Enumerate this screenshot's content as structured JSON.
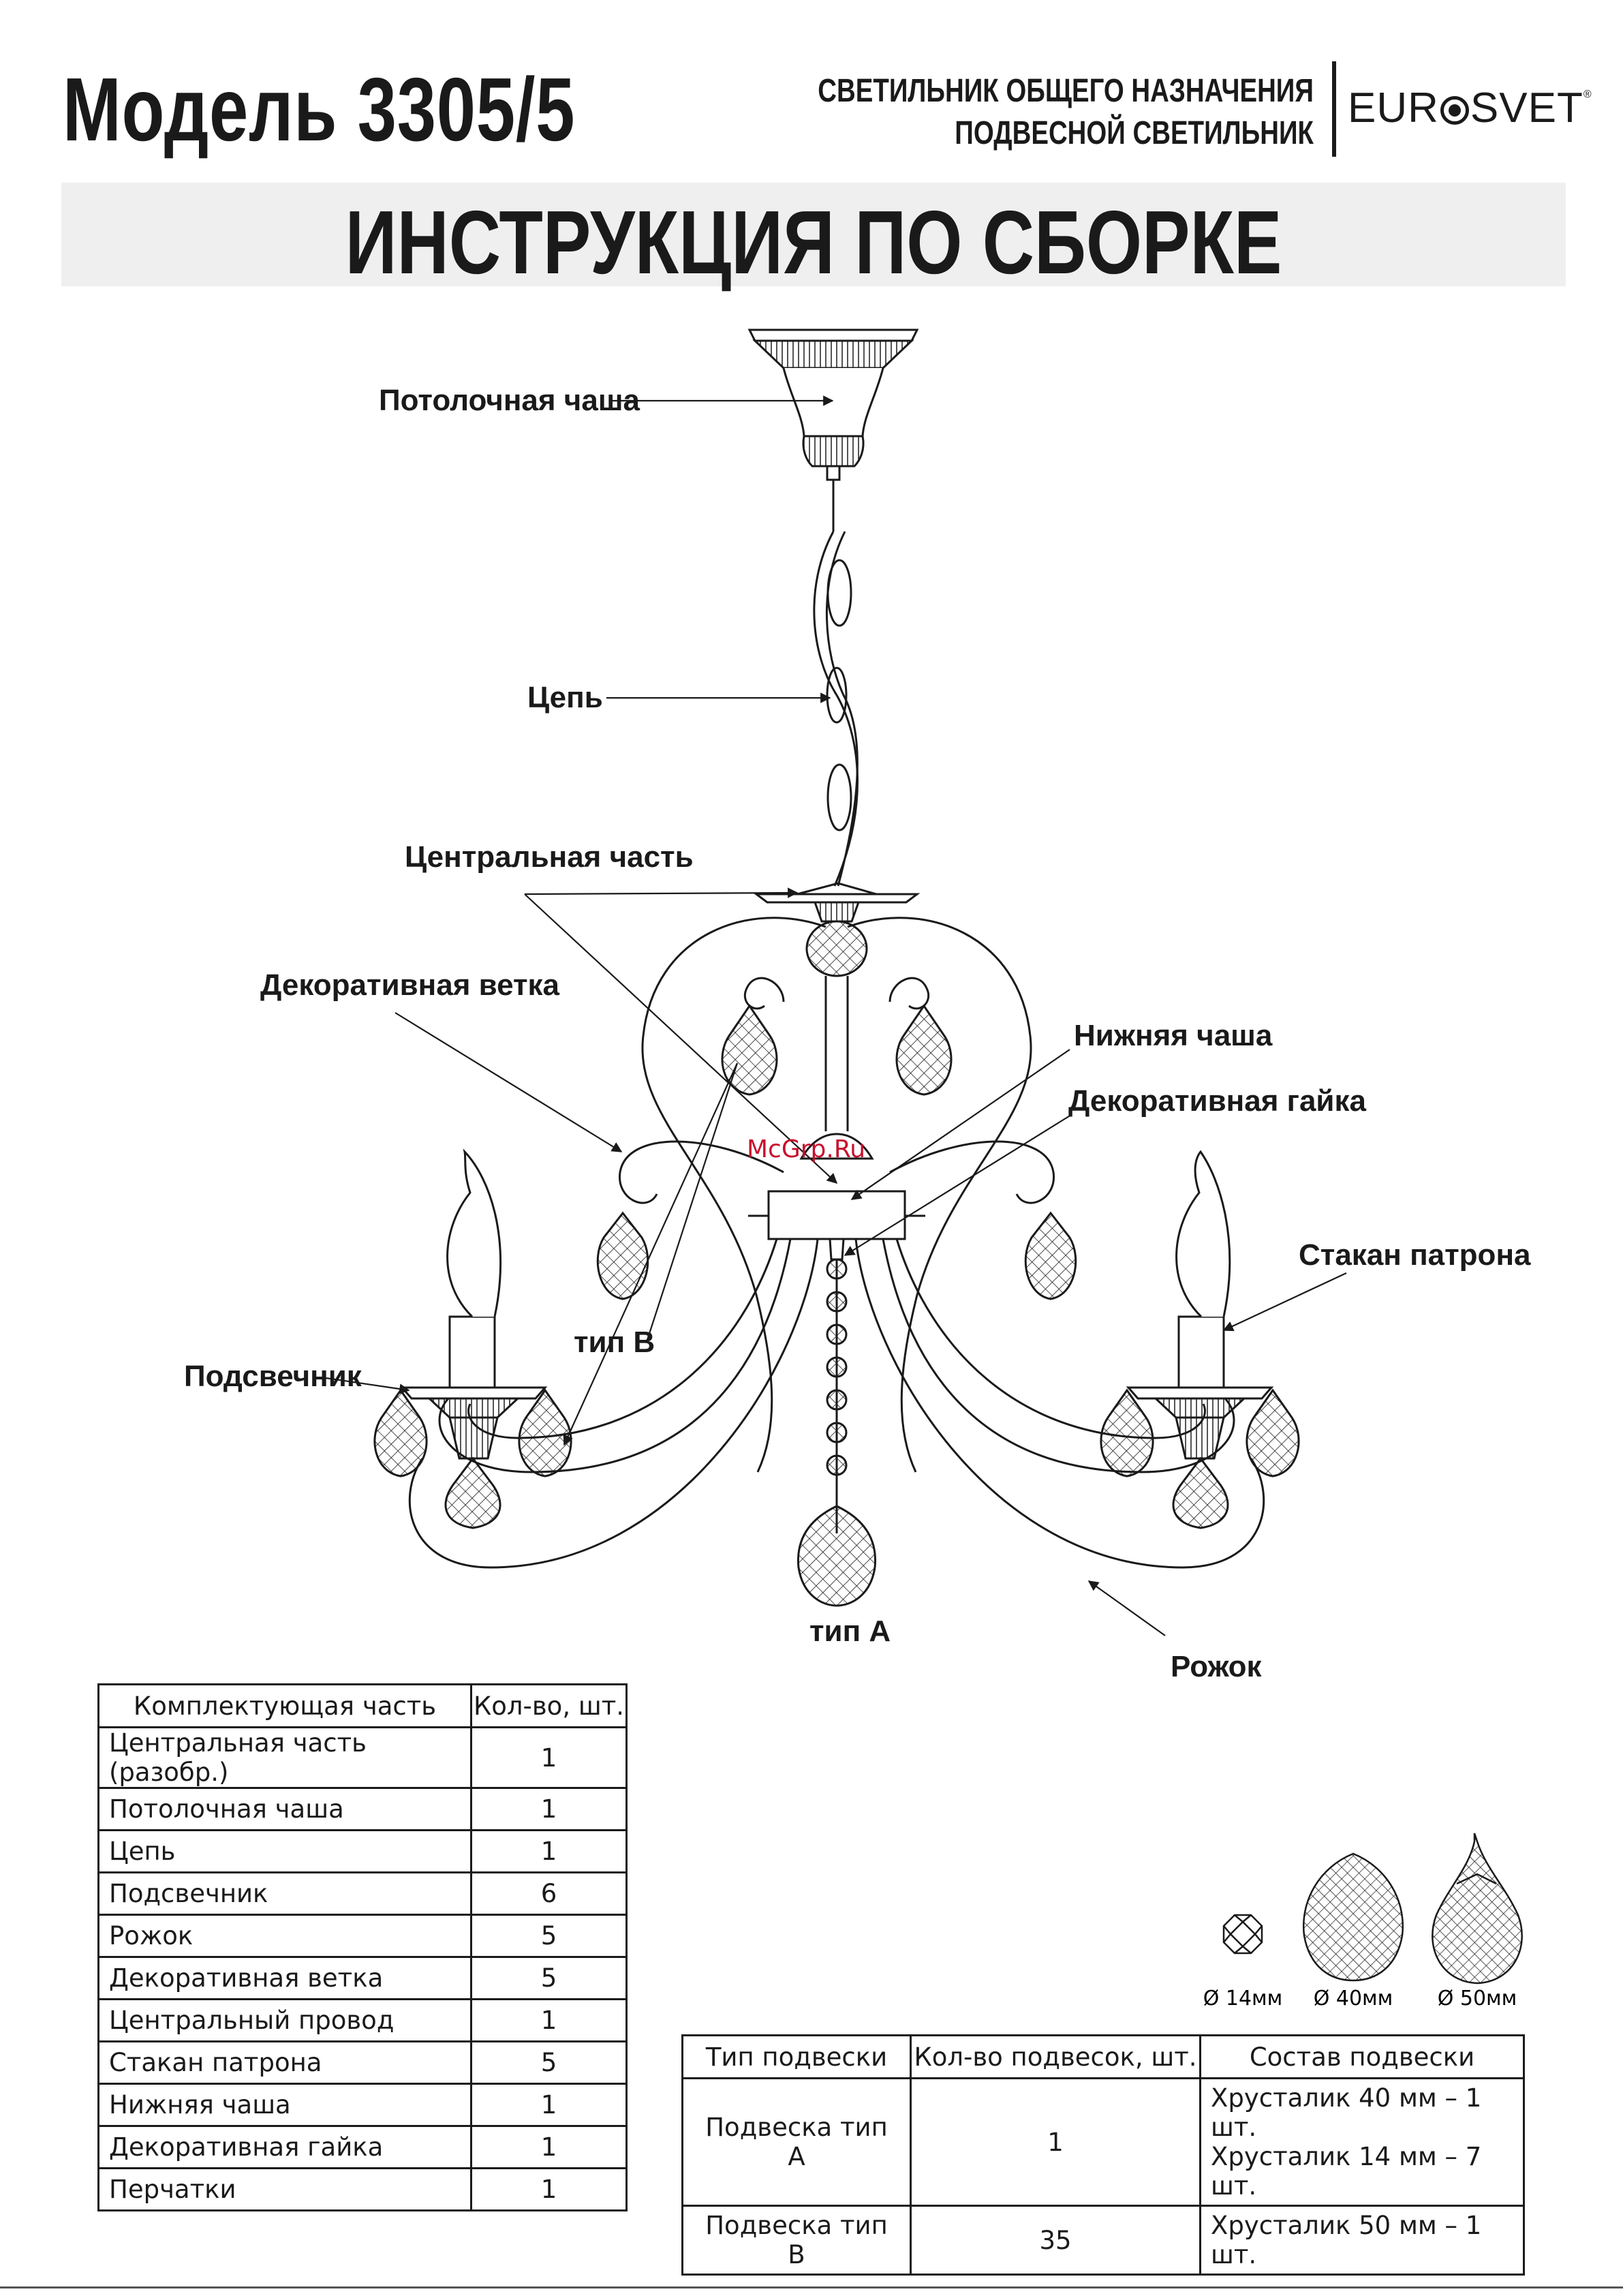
{
  "header": {
    "model_title": "Модель 3305/5",
    "category_line1": "СВЕТИЛЬНИК ОБЩЕГО НАЗНАЧЕНИЯ",
    "category_line2": "ПОДВЕСНОЙ СВЕТИЛЬНИК",
    "brand_part1": "EUR",
    "brand_part2": "SVET",
    "brand_mark": "®"
  },
  "title": "ИНСТРУКЦИЯ ПО СБОРКЕ",
  "watermark": "McGrp.Ru",
  "diagram_labels": {
    "ceiling_cup": "Потолочная чаша",
    "chain": "Цепь",
    "central_part": "Центральная часть",
    "decorative_branch": "Декоративная ветка",
    "lower_cup": "Нижняя чаша",
    "decorative_nut": "Декоративная гайка",
    "socket_cup": "Стакан патрона",
    "candle_holder": "Подсвечник",
    "type_b": "тип В",
    "type_a": "тип А",
    "arm": "Рожок"
  },
  "parts_table": {
    "headers": [
      "Комплектующая часть",
      "Кол-во, шт."
    ],
    "rows": [
      {
        "name": "Центральная часть (разобр.)",
        "qty": "1"
      },
      {
        "name": "Потолочная чаша",
        "qty": "1"
      },
      {
        "name": "Цепь",
        "qty": "1"
      },
      {
        "name": "Подсвечник",
        "qty": "6"
      },
      {
        "name": "Рожок",
        "qty": "5"
      },
      {
        "name": "Декоративная ветка",
        "qty": "5"
      },
      {
        "name": "Центральный провод",
        "qty": "1"
      },
      {
        "name": "Стакан патрона",
        "qty": "5"
      },
      {
        "name": "Нижняя чаша",
        "qty": "1"
      },
      {
        "name": "Декоративная гайка",
        "qty": "1"
      },
      {
        "name": "Перчатки",
        "qty": "1"
      }
    ]
  },
  "crystals": {
    "small": "Ø 14мм",
    "medium": "Ø 40мм",
    "large": "Ø 50мм"
  },
  "pendant_table": {
    "headers": [
      "Тип подвески",
      "Кол-во подвесок, шт.",
      "Состав подвески"
    ],
    "row_a": {
      "type": "Подвеска тип А",
      "qty": "1",
      "comp_line1": "Хрусталик 40 мм – 1 шт.",
      "comp_line2": "Хрусталик 14 мм – 7 шт."
    },
    "row_b": {
      "type": "Подвеска тип В",
      "qty": "35",
      "comp_line1": "Хрусталик 50 мм – 1 шт."
    }
  }
}
